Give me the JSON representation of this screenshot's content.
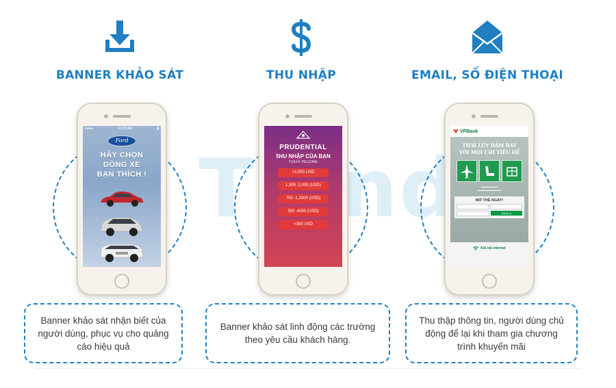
{
  "watermark": "Tiendi",
  "columns": [
    {
      "title": "BANNER KHẢO SÁT",
      "icon": "download-icon",
      "description": "Banner khảo sát nhận biết của người dùng, phục vụ cho quảng cáo hiệu quả",
      "screen": {
        "status_time": "10:25 AM",
        "brand": "Ford",
        "headline": [
          "HÃY CHỌN",
          "DÒNG XE",
          "BẠN THÍCH !"
        ],
        "car_colors": [
          "#c0262e",
          "#d9d9d9",
          "#f0f0f0"
        ]
      }
    },
    {
      "title": "THU NHẬP",
      "icon": "dollar-icon",
      "description": "Banner khảo sát linh động các trường theo yêu cầu khách hàng.",
      "screen": {
        "brand": "PRUDENTIAL",
        "question": "5HU NHẬP CỦA BẠN",
        "subtitle": "YOUR INCOME",
        "options": [
          ">2,000 USD",
          "1,300 -2,000 (USD)",
          "700 -1,2000 (USD)",
          "300 -4000 (USD)",
          "<300 USD"
        ]
      }
    },
    {
      "title": "EMAIL, SỐ ĐIỆN THOẠI",
      "icon": "envelope-icon",
      "description": "Thu thập thông tin, người dùng chủ động để lại khi tham gia chương trình khuyến mãi",
      "screen": {
        "brand": "VPBank",
        "hero_title": [
          "TÍCH LŨY DẶM BAY",
          "VỚI MỌI CHI TIÊU ĐỂ"
        ],
        "form_title": "MỞ THẺ NGAY!",
        "register": "Đăng ký",
        "footer": "Kết nối internet"
      }
    }
  ],
  "colors": {
    "accent": "#1f7fc1",
    "ring": "#1f7fc1"
  }
}
